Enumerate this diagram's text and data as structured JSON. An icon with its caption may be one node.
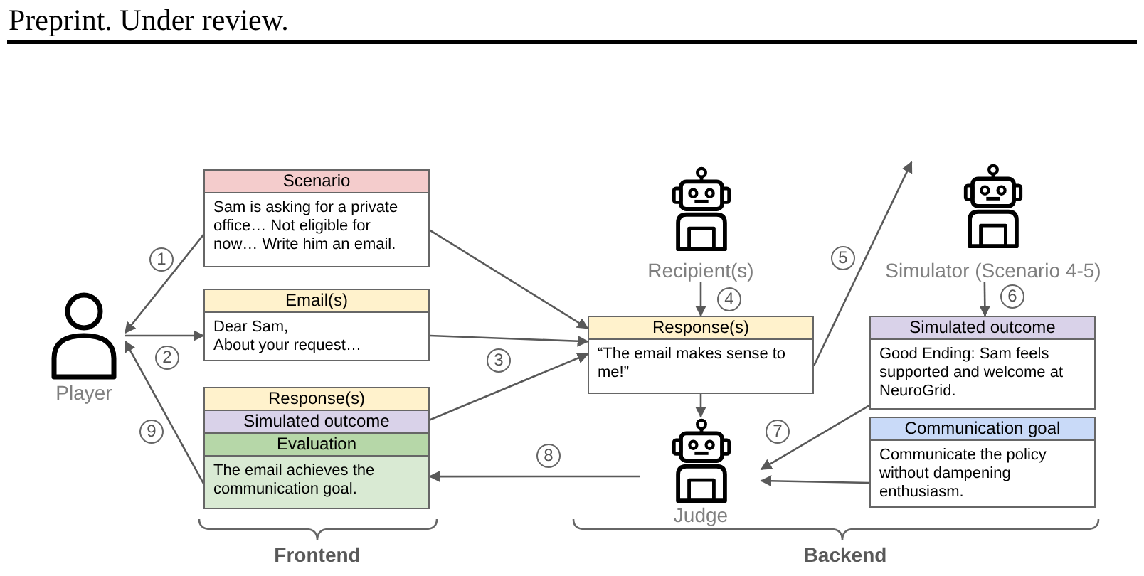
{
  "diagram": {
    "nodes": [
      {
        "text": [
          "Player"
        ]
      },
      {
        "text": [
          "Scenario",
          "Sam is asking for a private office… Not eligible for now… Write him an email."
        ]
      },
      {
        "text": [
          "Email(s)",
          "Dear Sam,",
          "About your request…"
        ]
      },
      {
        "text": [
          "Response(s)",
          "Simulated outcome",
          "Evaluation",
          "The email achieves the communication goal."
        ]
      },
      {
        "text": [
          "Recipient(s)"
        ]
      },
      {
        "text": [
          "Response(s)",
          "“The email makes sense to me!”"
        ]
      },
      {
        "text": [
          "Judge"
        ]
      },
      {
        "text": [
          "Simulator (Scenario 4-5)"
        ]
      },
      {
        "text": [
          "Simulated outcome",
          "Good Ending: Sam feels supported and welcome at NeuroGrid."
        ]
      },
      {
        "text": [
          "Communication goal",
          "Communicate the policy without dampening enthusiasm."
        ]
      }
    ],
    "edges": [
      {
        "from": 1,
        "to": 0,
        "arrow": "to",
        "label": "1"
      },
      {
        "from": 0,
        "to": 2,
        "arrow": "to",
        "label": "2"
      },
      {
        "from": 3,
        "to": 0,
        "arrow": "to",
        "label": "9"
      },
      {
        "from": 1,
        "to": 5,
        "arrow": "to"
      },
      {
        "from": 2,
        "to": 5,
        "arrow": "to",
        "label": "3"
      },
      {
        "from": 3,
        "to": 5,
        "arrow": "to"
      },
      {
        "from": 4,
        "to": 5,
        "arrow": "to",
        "label": "4"
      },
      {
        "from": 5,
        "to": 7,
        "arrow": "to",
        "label": "5"
      },
      {
        "from": 7,
        "to": 8,
        "arrow": "to",
        "label": "6"
      },
      {
        "from": 5,
        "to": 6,
        "arrow": "to"
      },
      {
        "from": 8,
        "to": 6,
        "arrow": "to",
        "label": "7"
      },
      {
        "from": 9,
        "to": 6,
        "arrow": "to"
      },
      {
        "from": 6,
        "to": 3,
        "arrow": "to",
        "label": "8"
      }
    ],
    "labels": [
      "Preprint. Under review.",
      "Frontend",
      "Backend"
    ]
  }
}
